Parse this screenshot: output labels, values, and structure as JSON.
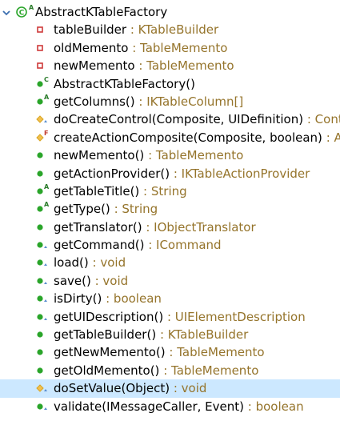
{
  "colors": {
    "public": "#2aa52a",
    "protected": "#d9a420",
    "private": "#cf3a3a",
    "type_text": "#95742b",
    "selection": "#cce8ff"
  },
  "class_node": {
    "name": "AbstractKTableFactory",
    "icon": "class-icon",
    "modifier": "A",
    "expanded": true
  },
  "members": [
    {
      "name": "tableBuilder",
      "type": " : KTableBuilder",
      "kind": "field",
      "visibility": "private",
      "modifier": ""
    },
    {
      "name": "oldMemento",
      "type": " : TableMemento",
      "kind": "field",
      "visibility": "private",
      "modifier": ""
    },
    {
      "name": "newMemento",
      "type": " : TableMemento",
      "kind": "field",
      "visibility": "private",
      "modifier": ""
    },
    {
      "name": "AbstractKTableFactory()",
      "type": "",
      "kind": "method",
      "visibility": "public",
      "modifier": "C"
    },
    {
      "name": "getColumns()",
      "type": " : IKTableColumn[]",
      "kind": "method",
      "visibility": "public",
      "modifier": "A"
    },
    {
      "name": "doCreateControl(Composite, UIDefinition)",
      "type": " : Contro",
      "kind": "method",
      "visibility": "protected",
      "modifier": "tri"
    },
    {
      "name": "createActionComposite(Composite, boolean)",
      "type": " : Abs",
      "kind": "method",
      "visibility": "protected",
      "modifier": "F"
    },
    {
      "name": "newMemento()",
      "type": " : TableMemento",
      "kind": "method",
      "visibility": "public",
      "modifier": ""
    },
    {
      "name": "getActionProvider()",
      "type": " : IKTableActionProvider",
      "kind": "method",
      "visibility": "public",
      "modifier": ""
    },
    {
      "name": "getTableTitle()",
      "type": " : String",
      "kind": "method",
      "visibility": "public",
      "modifier": "A"
    },
    {
      "name": "getType()",
      "type": " : String",
      "kind": "method",
      "visibility": "public",
      "modifier": "A"
    },
    {
      "name": "getTranslator()",
      "type": " : IObjectTranslator",
      "kind": "method",
      "visibility": "public",
      "modifier": ""
    },
    {
      "name": "getCommand()",
      "type": " : ICommand",
      "kind": "method",
      "visibility": "public",
      "modifier": "tri"
    },
    {
      "name": "load()",
      "type": " : void",
      "kind": "method",
      "visibility": "public",
      "modifier": "tri"
    },
    {
      "name": "save()",
      "type": " : void",
      "kind": "method",
      "visibility": "public",
      "modifier": "tri"
    },
    {
      "name": "isDirty()",
      "type": " : boolean",
      "kind": "method",
      "visibility": "public",
      "modifier": "tri"
    },
    {
      "name": "getUIDescription()",
      "type": " : UIElementDescription",
      "kind": "method",
      "visibility": "public",
      "modifier": "tri"
    },
    {
      "name": "getTableBuilder()",
      "type": " : KTableBuilder",
      "kind": "method",
      "visibility": "public",
      "modifier": ""
    },
    {
      "name": "getNewMemento()",
      "type": " : TableMemento",
      "kind": "method",
      "visibility": "public",
      "modifier": ""
    },
    {
      "name": "getOldMemento()",
      "type": " : TableMemento",
      "kind": "method",
      "visibility": "public",
      "modifier": ""
    },
    {
      "name": "doSetValue(Object)",
      "type": " : void",
      "kind": "method",
      "visibility": "protected",
      "modifier": "tri",
      "selected": true
    },
    {
      "name": "validate(IMessageCaller, Event)",
      "type": " : boolean",
      "kind": "method",
      "visibility": "public",
      "modifier": "tri"
    }
  ]
}
